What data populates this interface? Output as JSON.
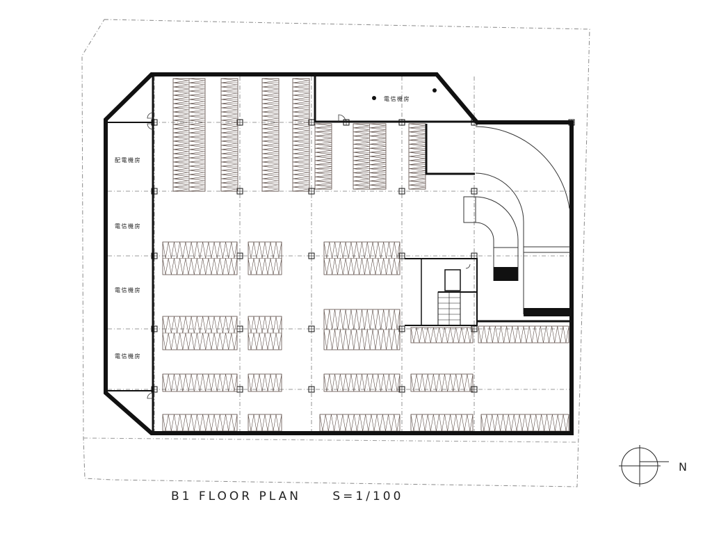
{
  "plan": {
    "title": "B1 FLOOR PLAN",
    "scale": "S=1/100",
    "north_label": "N",
    "rooms": [
      {
        "label": "配電機房"
      },
      {
        "label": "電信機房"
      },
      {
        "label": "電信機房"
      },
      {
        "label": "電信機房"
      },
      {
        "label": "電信機房"
      }
    ]
  },
  "colors": {
    "wall": "#111111",
    "stall": "#5a4a44",
    "grid": "#777777"
  }
}
